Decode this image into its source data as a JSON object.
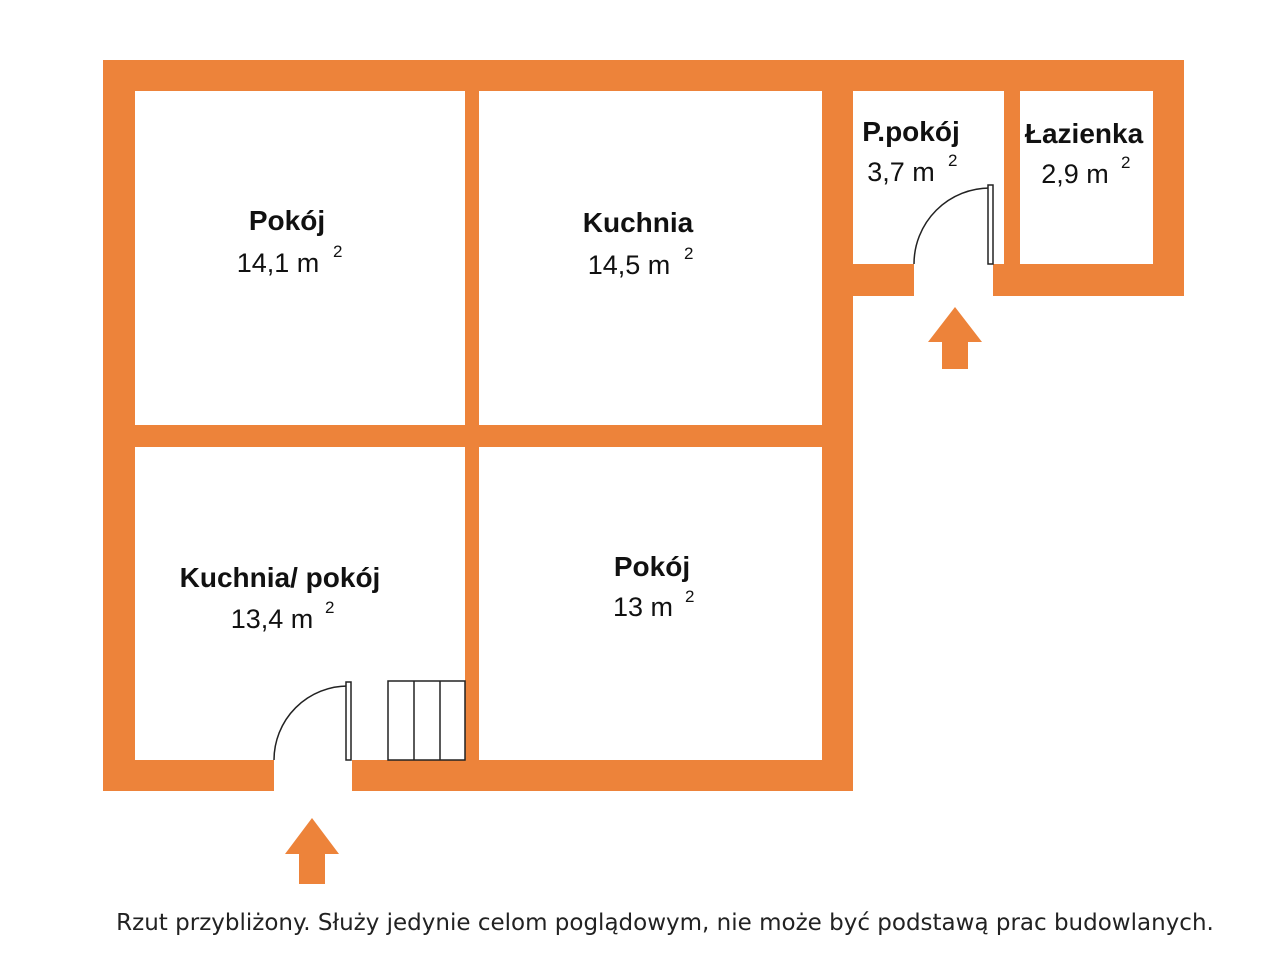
{
  "colors": {
    "wall": "#ED833A",
    "background": "#FFFFFF",
    "text": "#111111",
    "fixture_stroke": "#222222"
  },
  "rooms": [
    {
      "id": "pokoj-1",
      "name": "Pokój",
      "area": "14,1 m",
      "unit_sup": "2"
    },
    {
      "id": "kuchnia",
      "name": "Kuchnia",
      "area": "14,5 m",
      "unit_sup": "2"
    },
    {
      "id": "przedpokoj",
      "name": "P.pokój",
      "area": "3,7 m",
      "unit_sup": "2"
    },
    {
      "id": "lazienka",
      "name": "Łazienka",
      "area": "2,9 m",
      "unit_sup": "2"
    },
    {
      "id": "kuchnia-pokoj",
      "name": "Kuchnia/ pokój",
      "area": "13,4 m",
      "unit_sup": "2"
    },
    {
      "id": "pokoj-2",
      "name": "Pokój",
      "area": "13 m",
      "unit_sup": "2"
    }
  ],
  "entrances": [
    {
      "icon": "entry-arrow-icon"
    },
    {
      "icon": "entry-arrow-icon"
    }
  ],
  "fixtures": [
    {
      "icon": "stairs-icon"
    }
  ],
  "disclaimer": "Rzut przybliżony. Służy jedynie celom poglądowym, nie może być podstawą prac budowlanych."
}
